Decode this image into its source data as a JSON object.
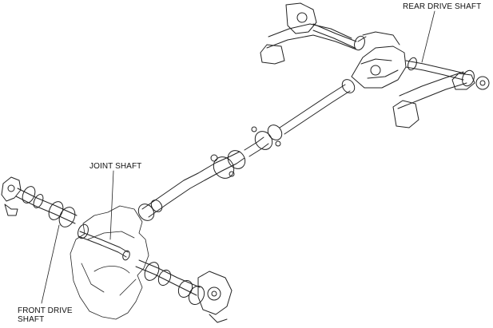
{
  "labels": {
    "rear_drive_shaft": "REAR DRIVE SHAFT",
    "joint_shaft": "JOINT SHAFT",
    "front_drive_shaft_line1": "FRONT DRIVE",
    "front_drive_shaft_line2": "SHAFT"
  }
}
